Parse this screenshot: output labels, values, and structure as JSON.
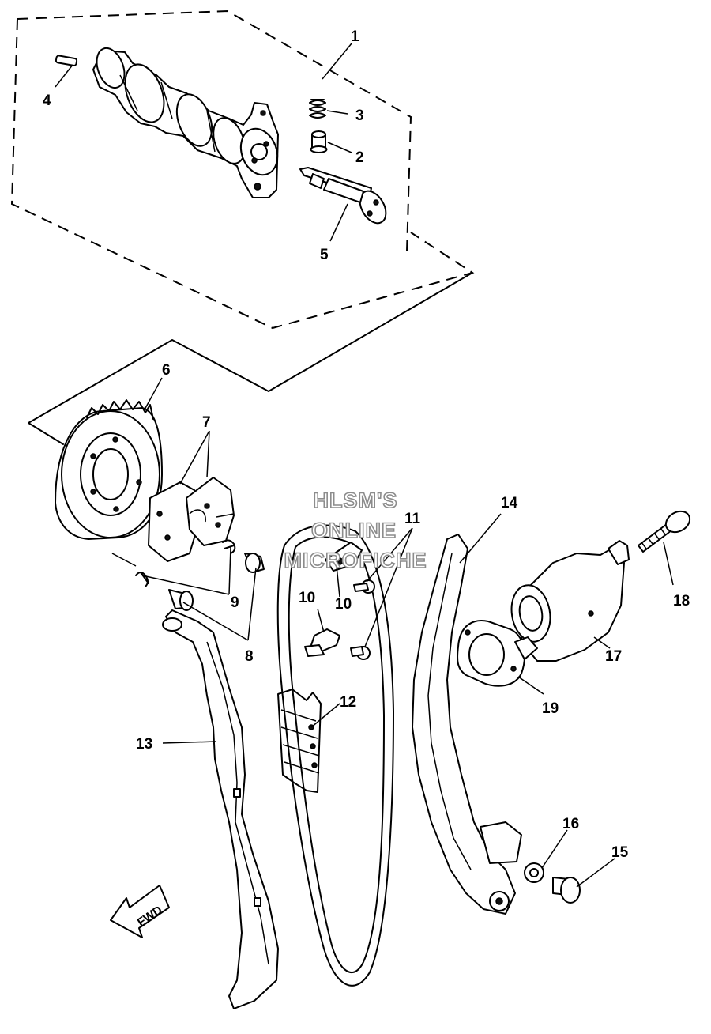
{
  "callouts": {
    "c1": "1",
    "c2": "2",
    "c3": "3",
    "c4": "4",
    "c5": "5",
    "c6": "6",
    "c7": "7",
    "c8": "8",
    "c9": "9",
    "c10a": "10",
    "c10b": "10",
    "c11": "11",
    "c12": "12",
    "c13": "13",
    "c14": "14",
    "c15": "15",
    "c16": "16",
    "c17": "17",
    "c18": "18",
    "c19": "19"
  },
  "watermark": {
    "line1": "HLSM'S",
    "line2": "ONLINE",
    "line3": "MICROFICHE"
  },
  "direction": {
    "fwd": "FWD"
  }
}
